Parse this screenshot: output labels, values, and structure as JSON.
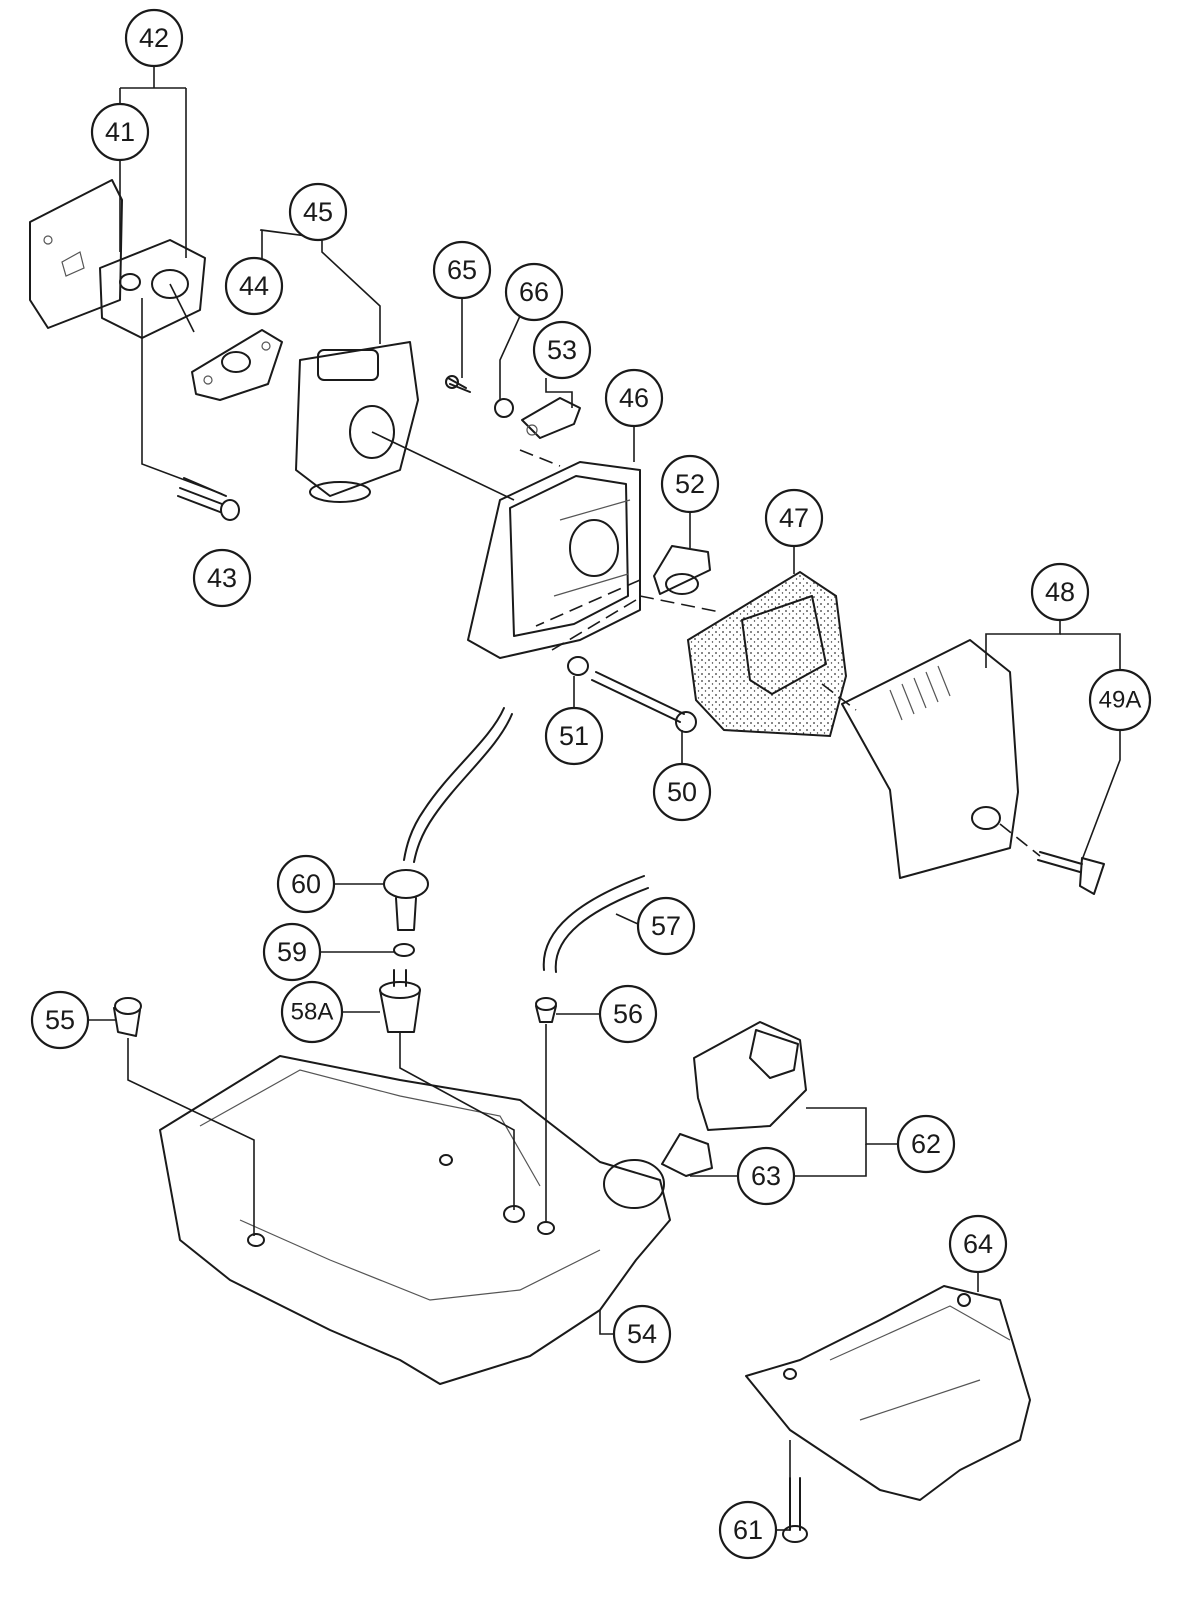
{
  "callouts": [
    {
      "label": "41"
    },
    {
      "label": "42"
    },
    {
      "label": "43"
    },
    {
      "label": "44"
    },
    {
      "label": "45"
    },
    {
      "label": "46"
    },
    {
      "label": "47"
    },
    {
      "label": "48"
    },
    {
      "label": "49A"
    },
    {
      "label": "50"
    },
    {
      "label": "51"
    },
    {
      "label": "52"
    },
    {
      "label": "53"
    },
    {
      "label": "54"
    },
    {
      "label": "55"
    },
    {
      "label": "56"
    },
    {
      "label": "57"
    },
    {
      "label": "58A"
    },
    {
      "label": "59"
    },
    {
      "label": "60"
    },
    {
      "label": "61"
    },
    {
      "label": "62"
    },
    {
      "label": "63"
    },
    {
      "label": "64"
    },
    {
      "label": "65"
    },
    {
      "label": "66"
    }
  ]
}
